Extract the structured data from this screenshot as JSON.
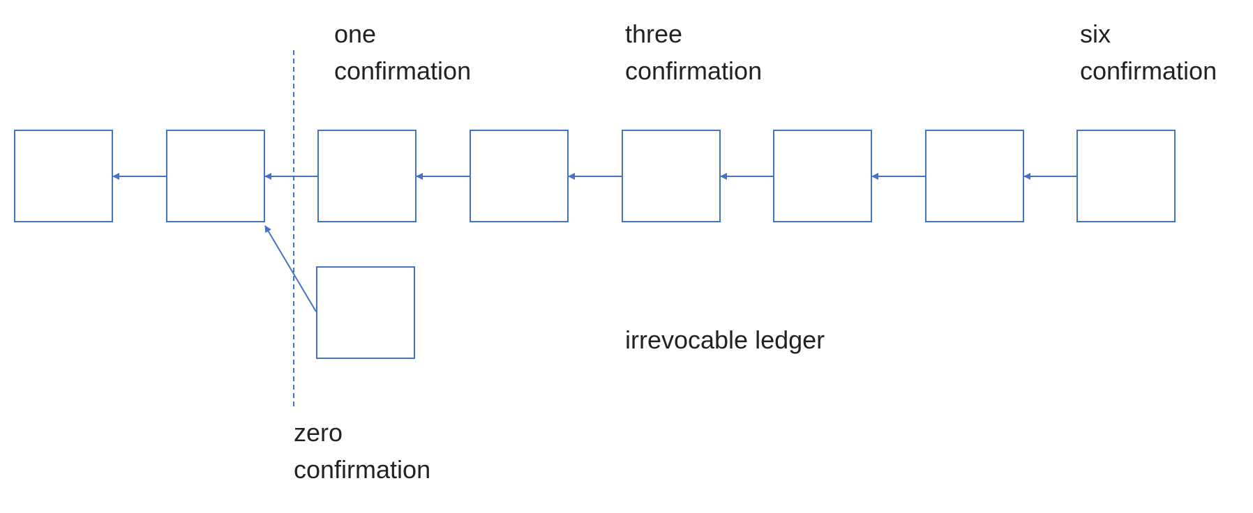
{
  "colors": {
    "stroke": "#4472c4",
    "text": "#222222",
    "background": "#ffffff"
  },
  "chain": {
    "block_count": 8,
    "link_direction": "points-to-previous-block"
  },
  "fork": {
    "block_count": 1,
    "parent_block": 2
  },
  "labels": {
    "one_confirmation": {
      "line1": "one",
      "line2": "confirmation"
    },
    "three_confirmation": {
      "line1": "three",
      "line2": "confirmation"
    },
    "six_confirmation": {
      "line1": "six",
      "line2": "confirmation"
    },
    "zero_confirmation": {
      "line1": "zero",
      "line2": "confirmation"
    },
    "irrevocable_ledger": "irrevocable ledger"
  }
}
